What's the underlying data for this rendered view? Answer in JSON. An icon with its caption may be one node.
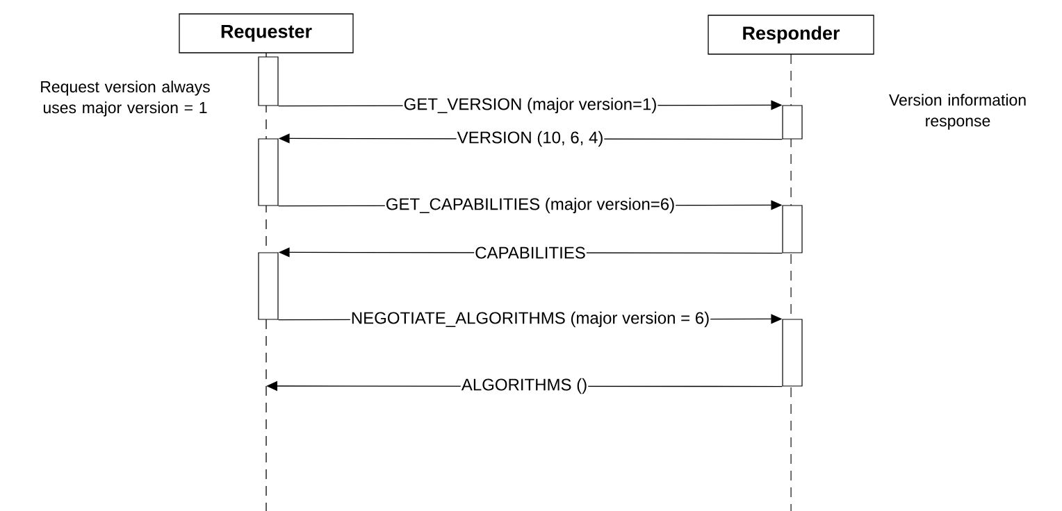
{
  "diagram": {
    "nodes": [
      {
        "text": [
          "Requester"
        ]
      },
      {
        "text": [
          "Responder"
        ]
      },
      {
        "text": [],
        "shape": "bar"
      },
      {
        "text": [],
        "shape": "bar"
      },
      {
        "text": [],
        "shape": "bar"
      },
      {
        "text": [],
        "shape": "bar"
      },
      {
        "text": [],
        "shape": "bar"
      },
      {
        "text": [],
        "shape": "bar"
      }
    ],
    "edges": [
      {
        "from": 2,
        "to": 3,
        "arrow": "to",
        "label": "GET_VERSION (major version=1)"
      },
      {
        "from": 3,
        "to": 4,
        "arrow": "to",
        "label": "VERSION (10, 6, 4)"
      },
      {
        "from": 4,
        "to": 5,
        "arrow": "to",
        "label": "GET_CAPABILITIES (major version=6)"
      },
      {
        "from": 5,
        "to": 6,
        "arrow": "to",
        "label": "CAPABILITIES"
      },
      {
        "from": 6,
        "to": 7,
        "arrow": "to",
        "label": "NEGOTIATE_ALGORITHMS (major version = 6)"
      },
      {
        "from": 7,
        "to": null,
        "arrow": "to",
        "label": "ALGORITHMS ()"
      }
    ],
    "labels": [
      "Request version always uses major version = 1",
      "Version information response"
    ]
  }
}
